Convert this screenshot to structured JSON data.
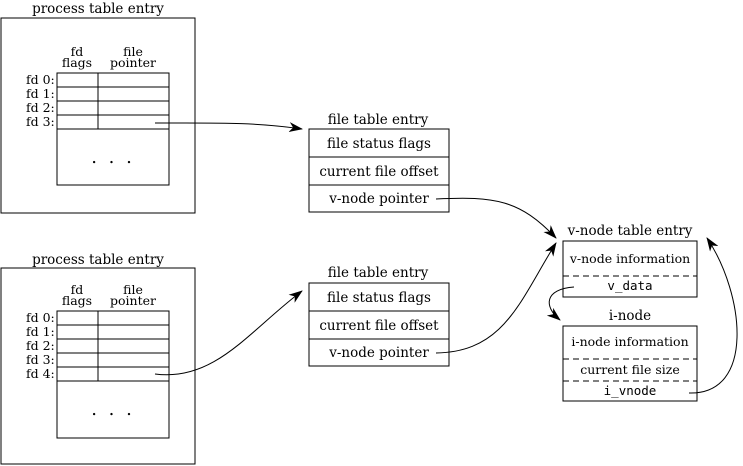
{
  "process_table_1": {
    "title": "process table entry",
    "col_flags": [
      "fd",
      "flags"
    ],
    "col_pointer": [
      "file",
      "pointer"
    ],
    "rows": [
      "fd 0:",
      "fd 1:",
      "fd 2:",
      "fd 3:"
    ],
    "ellipsis": ". . ."
  },
  "process_table_2": {
    "title": "process table entry",
    "col_flags": [
      "fd",
      "flags"
    ],
    "col_pointer": [
      "file",
      "pointer"
    ],
    "rows": [
      "fd 0:",
      "fd 1:",
      "fd 2:",
      "fd 3:",
      "fd 4:"
    ],
    "ellipsis": ". . ."
  },
  "file_table_1": {
    "title": "file table entry",
    "fields": [
      "file status flags",
      "current file offset",
      "v-node pointer"
    ]
  },
  "file_table_2": {
    "title": "file table entry",
    "fields": [
      "file status flags",
      "current file offset",
      "v-node pointer"
    ]
  },
  "vnode_table": {
    "title": "v-node table entry",
    "fields": [
      "v-node information",
      "v_data"
    ]
  },
  "inode": {
    "title": "i-node",
    "fields": [
      "i-node information",
      "current file size",
      "i_vnode"
    ]
  }
}
